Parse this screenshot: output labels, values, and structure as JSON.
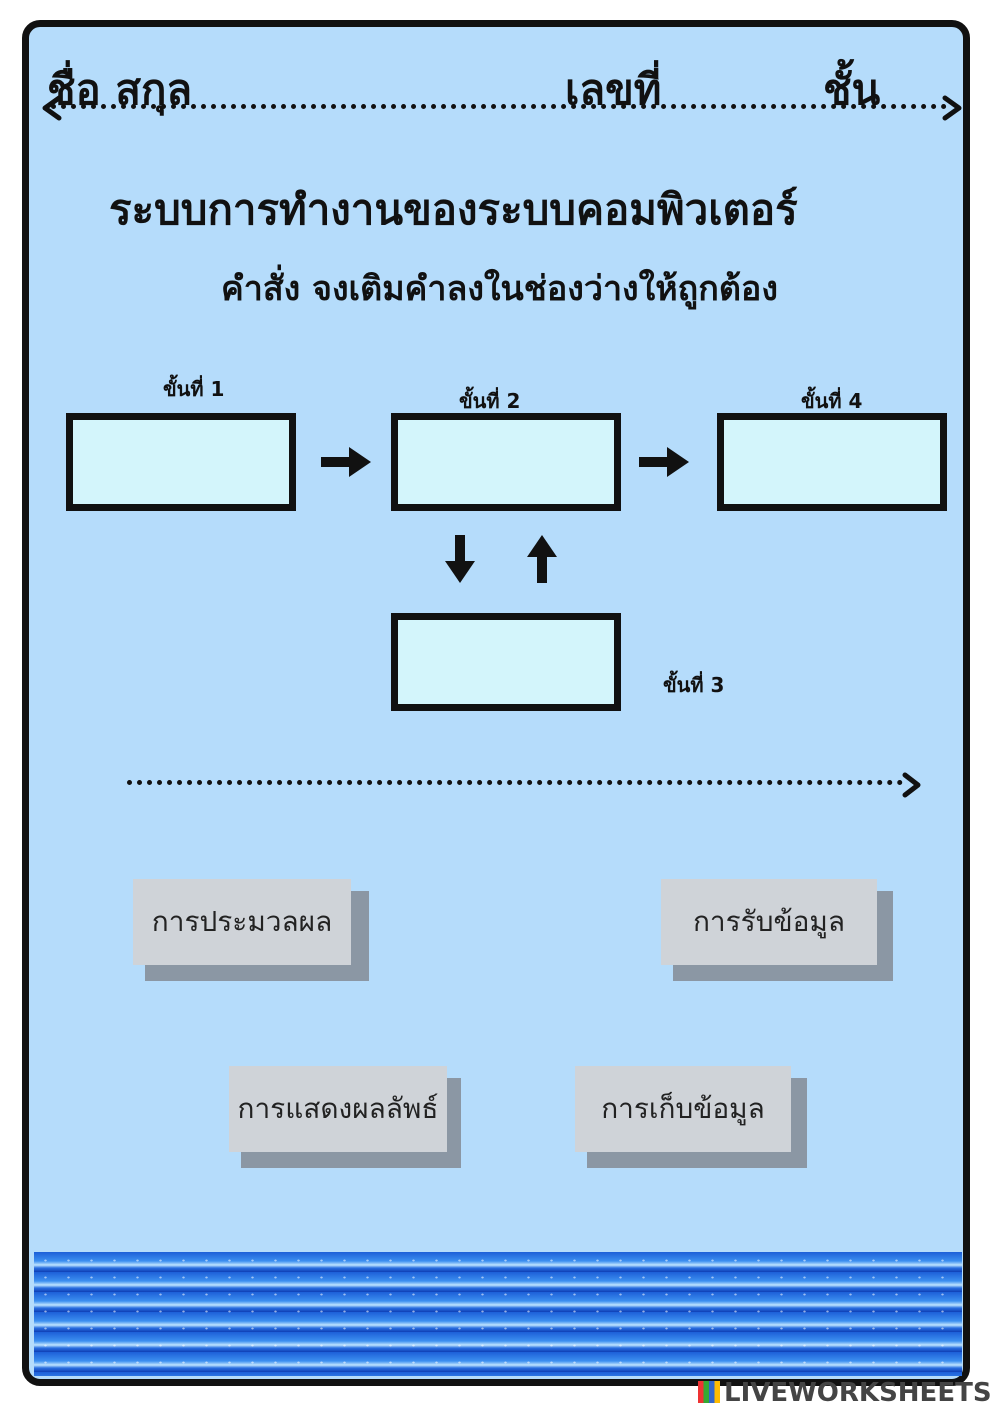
{
  "header": {
    "name_label": "ชื่อ สกุล",
    "number_label": "เลขที่",
    "class_label": "ชั้น"
  },
  "title": "ระบบการทำงานของระบบคอมพิวเตอร์",
  "instruction": "คำสั่ง จงเติมคำลงในช่องว่างให้ถูกต้อง",
  "steps": [
    {
      "label": "ขั้นที่ 1"
    },
    {
      "label": "ขั้นที่ 2"
    },
    {
      "label": "ขั้นที่ 3"
    },
    {
      "label": "ขั้นที่ 4"
    }
  ],
  "choices": [
    "การประมวลผล",
    "การรับข้อมูล",
    "การแสดงผลลัพธ์",
    "การเก็บข้อมูล"
  ],
  "watermark": "LIVEWORKSHEETS",
  "colors": {
    "page_background": "#b5dcfb",
    "answer_box_fill": "#d3f5fb",
    "tile_fill": "#cfd3d8",
    "tile_shadow": "#8b97a4"
  }
}
